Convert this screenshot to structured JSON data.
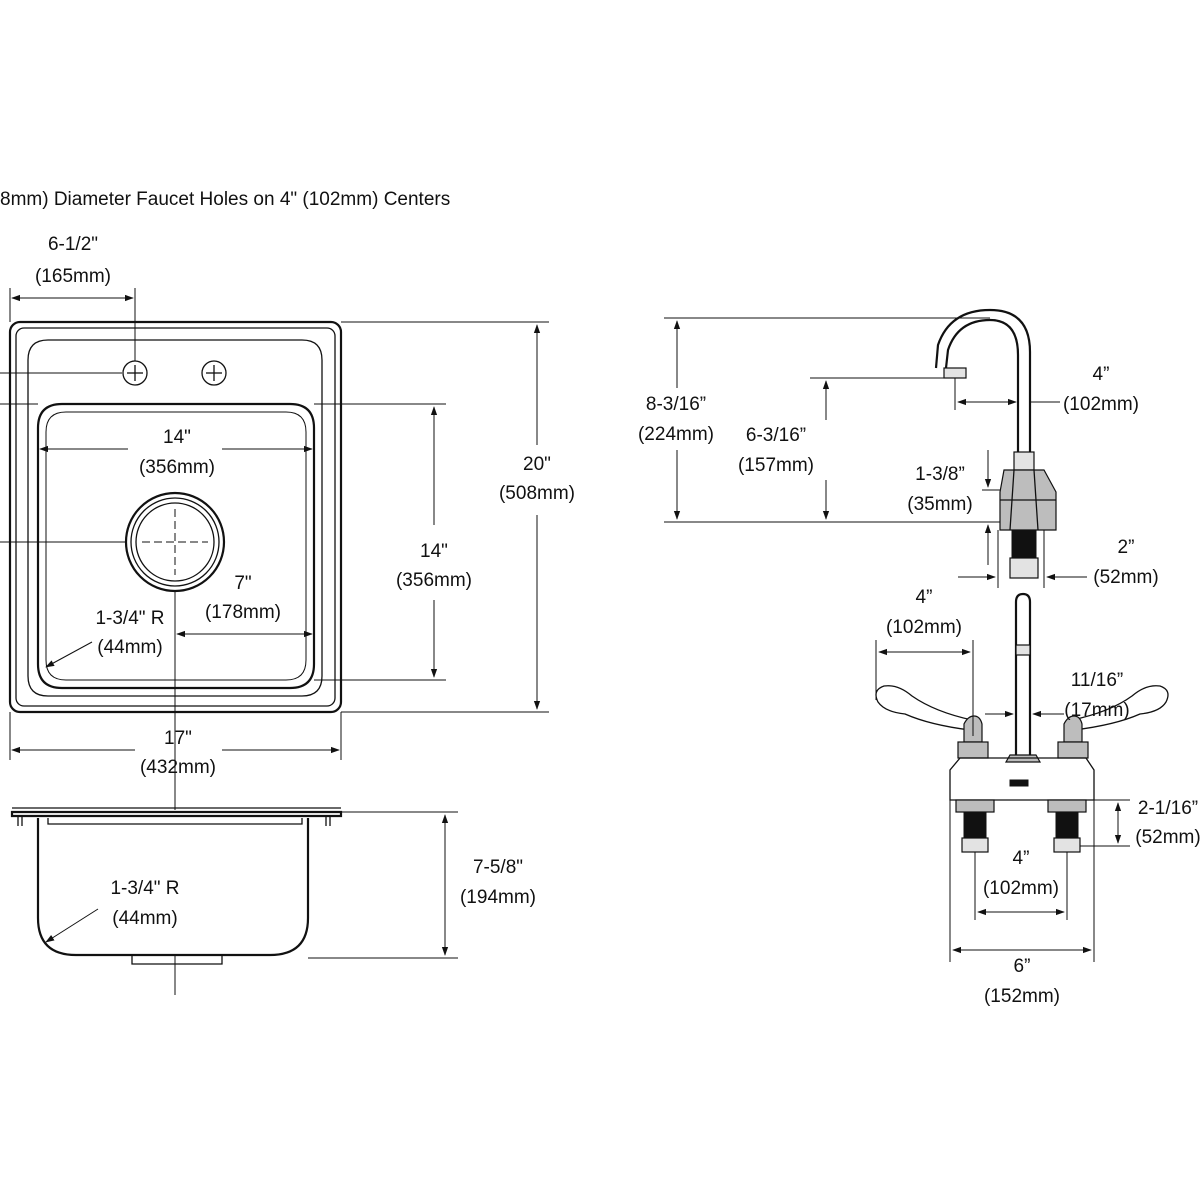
{
  "header_note": "8mm) Diameter Faucet Holes on 4\" (102mm) Centers",
  "sink_top_view": {
    "faucet_offset": {
      "in": "6-1/2\"",
      "mm": "(165mm)"
    },
    "bowl_width": {
      "in": "14\"",
      "mm": "(356mm)"
    },
    "overall_depth": {
      "in": "20\"",
      "mm": "(508mm)"
    },
    "bowl_length": {
      "in": "14\"",
      "mm": "(356mm)"
    },
    "drain_offset": {
      "in": "7\"",
      "mm": "(178mm)"
    },
    "corner_radius": {
      "in": "1-3/4\" R",
      "mm": "(44mm)"
    },
    "overall_width": {
      "in": "17\"",
      "mm": "(432mm)"
    }
  },
  "sink_side_view": {
    "bowl_depth": {
      "in": "7-5/8\"",
      "mm": "(194mm)"
    },
    "corner_radius": {
      "in": "1-3/4\" R",
      "mm": "(44mm)"
    }
  },
  "faucet_side_view": {
    "overall_height": {
      "in": "8-3/16”",
      "mm": "(224mm)"
    },
    "spout_height": {
      "in": "6-3/16”",
      "mm": "(157mm)"
    },
    "spout_reach": {
      "in": "4”",
      "mm": "(102mm)"
    },
    "base_height": {
      "in": "1-3/8”",
      "mm": "(35mm)"
    },
    "base_depth": {
      "in": "2”",
      "mm": "(52mm)"
    }
  },
  "faucet_front_view": {
    "handle_length": {
      "in": "4”",
      "mm": "(102mm)"
    },
    "spout_diameter": {
      "in": "11/16”",
      "mm": "(17mm)"
    },
    "shank_length": {
      "in": "2-1/16”",
      "mm": "(52mm)"
    },
    "centers": {
      "in": "4”",
      "mm": "(102mm)"
    },
    "base_width": {
      "in": "6”",
      "mm": "(152mm)"
    }
  }
}
